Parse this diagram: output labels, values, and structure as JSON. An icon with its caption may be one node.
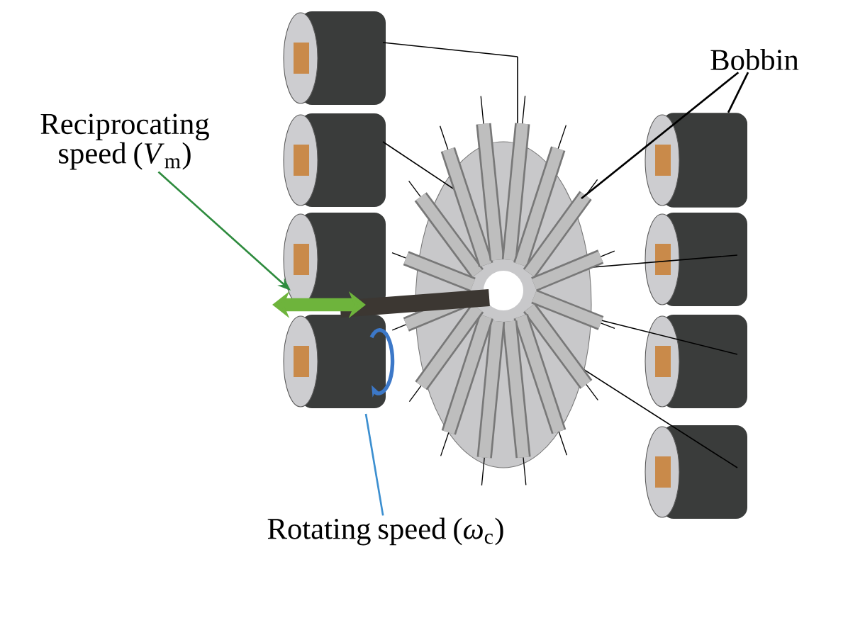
{
  "diagram": {
    "nodes": [
      {
        "text": [
          "Reciprocating speed (*V*$_{m}$)"
        ]
      },
      {
        "text": [
          "Bobbin"
        ]
      },
      {
        "text": [
          "Rotating speed (*ω*$_{c}$)"
        ]
      },
      {
        "text": [],
        "shape": "cylinder"
      }
    ],
    "edges": [
      {
        "from": 0,
        "to": null,
        "arrow": "to",
        "color": "#2e8b3e"
      },
      {
        "from": 1,
        "to": 3,
        "arrow": "none"
      },
      {
        "from": 1,
        "to": null,
        "arrow": "none"
      },
      {
        "from": 2,
        "to": null,
        "arrow": "none",
        "color": "#3c8fd0"
      }
    ]
  }
}
